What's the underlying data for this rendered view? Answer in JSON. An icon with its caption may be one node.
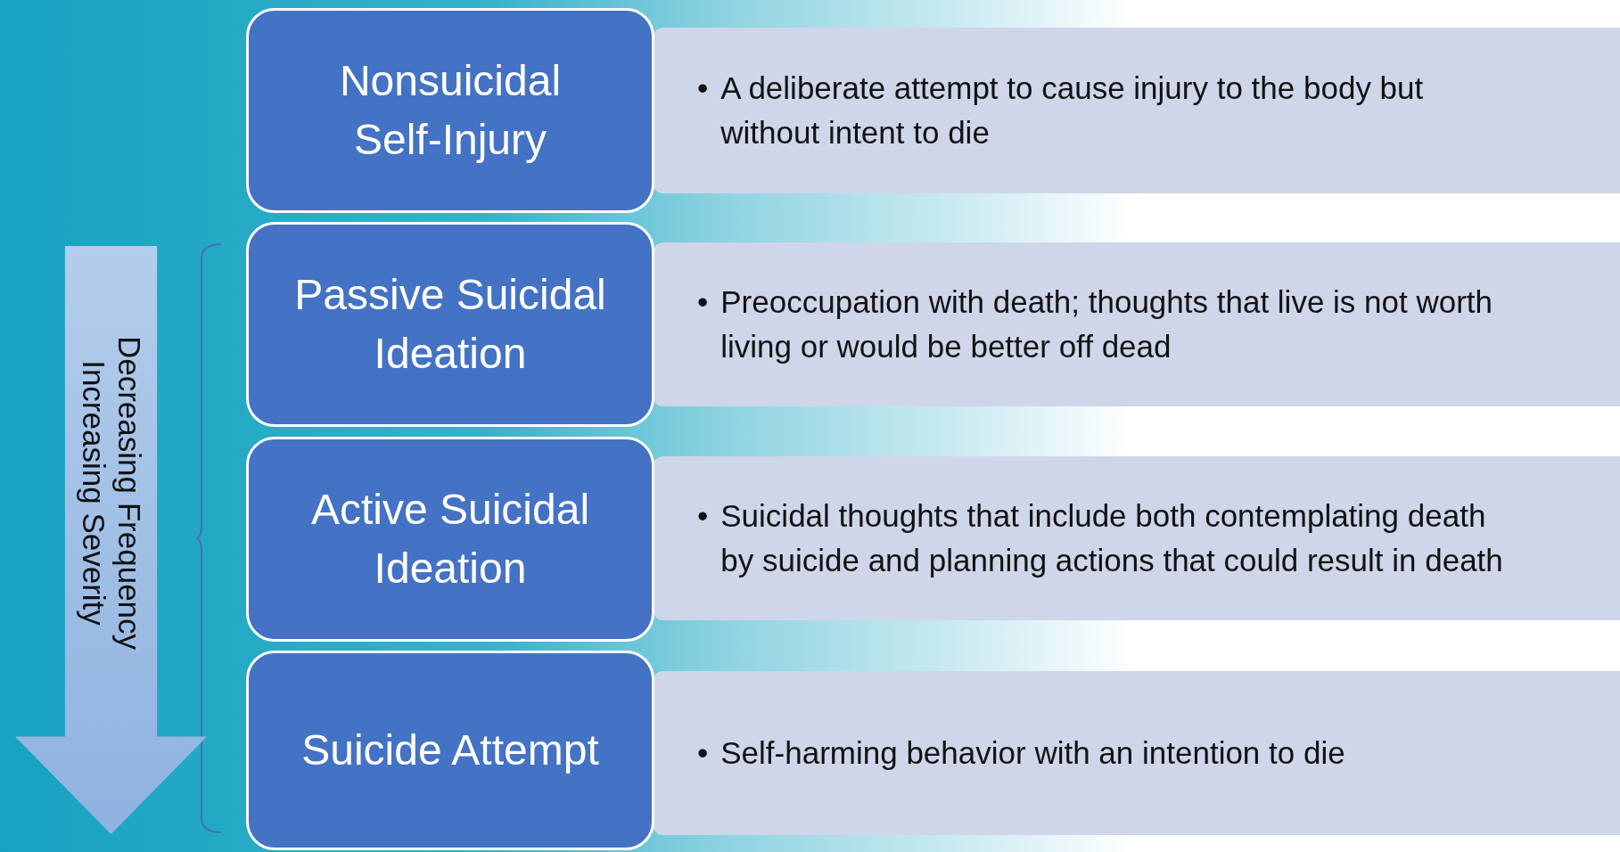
{
  "diagram": {
    "nodes": [
      {
        "text": [
          "Decreasing Frequency",
          "Increasing Severity"
        ]
      },
      {
        "text": [
          "Nonsuicidal Self-Injury"
        ]
      },
      {
        "text": [
          "•",
          "A deliberate attempt to cause injury to the body but without intent to die"
        ]
      },
      {
        "text": [
          "Passive Suicidal Ideation"
        ]
      },
      {
        "text": [
          "•",
          "Preoccupation with death; thoughts that live is not worth living or would be better off dead"
        ]
      },
      {
        "text": [
          "Active Suicidal Ideation"
        ]
      },
      {
        "text": [
          "•",
          "Suicidal thoughts that include both contemplating death by suicide and planning actions that could result in death"
        ]
      },
      {
        "text": [
          "Suicide Attempt"
        ]
      },
      {
        "text": [
          "•",
          "Self-harming behavior with an intention to die"
        ]
      }
    ]
  }
}
